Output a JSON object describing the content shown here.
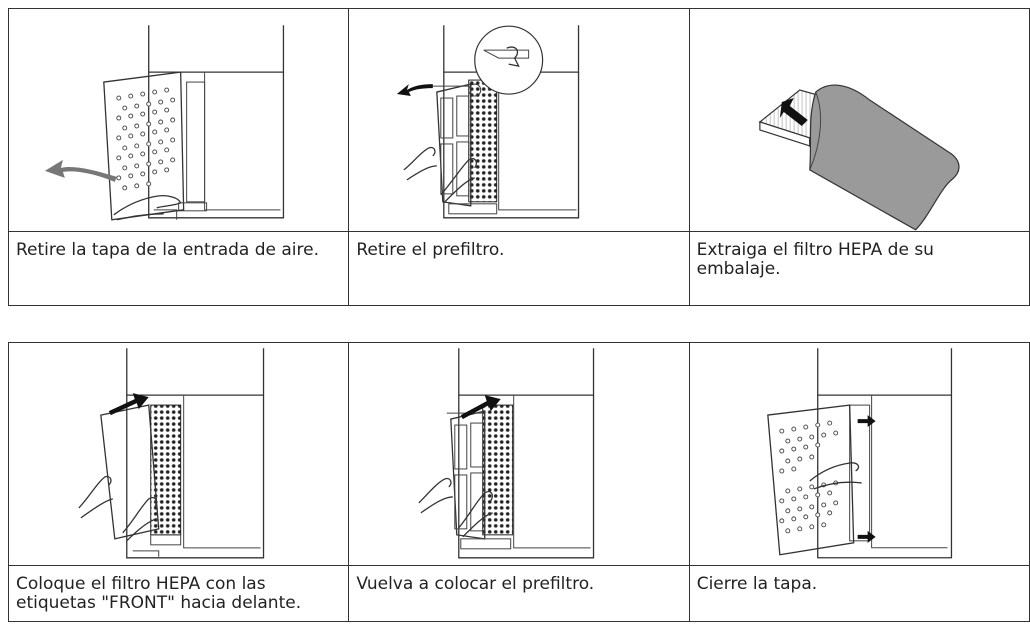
{
  "steps_row1": [
    {
      "caption": "Retire la tapa de la entrada de aire."
    },
    {
      "caption": "Retire el prefiltro."
    },
    {
      "caption": "Extraiga el filtro HEPA de su embalaje."
    }
  ],
  "steps_row2": [
    {
      "caption": "Coloque el filtro HEPA con las etiquetas \"FRONT\" hacia delante."
    },
    {
      "caption": "Vuelva a colocar el prefiltro."
    },
    {
      "caption": "Cierre la tapa."
    }
  ],
  "colors": {
    "border": "#333333",
    "arrow_gray": "#777777",
    "bag_gray": "#9a9a9a"
  }
}
